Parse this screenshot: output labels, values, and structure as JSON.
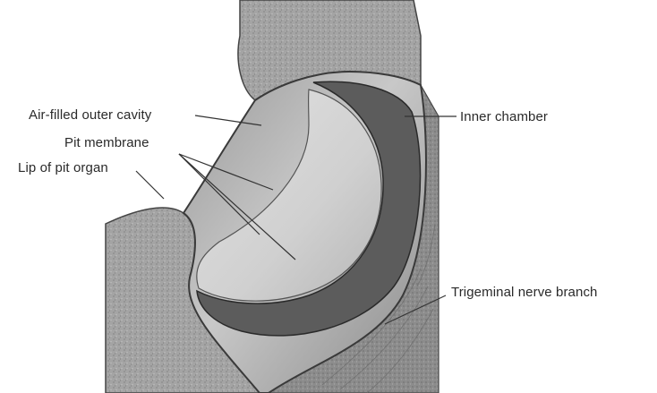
{
  "labels": {
    "outer_cavity": "Air-filled outer cavity",
    "pit_membrane": "Pit membrane",
    "lip": "Lip of pit organ",
    "inner_chamber": "Inner chamber",
    "nerve": "Trigeminal nerve branch"
  },
  "colors": {
    "tissue": "#a9a9a9",
    "tissue_dark": "#8e8e8e",
    "cavity": "#c9c9c9",
    "membrane": "#d9d9d9",
    "chamber": "#5e5e5e",
    "line": "#333333"
  }
}
